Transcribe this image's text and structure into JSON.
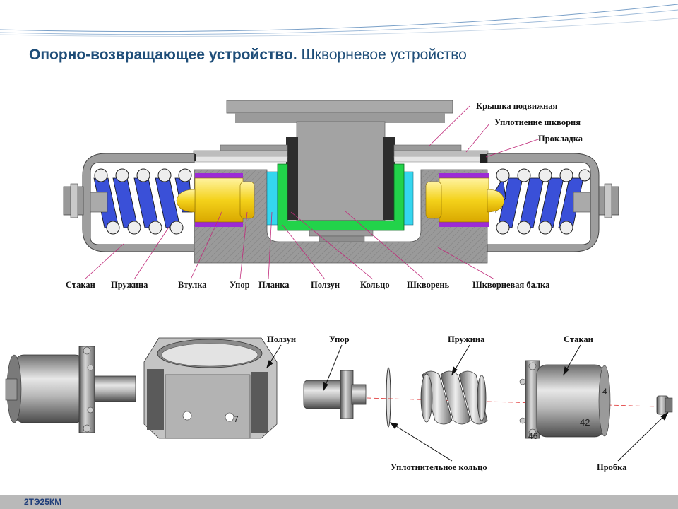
{
  "title": {
    "bold": "Опорно-возвращающее устройство.",
    "rest": "Шкворневое устройство"
  },
  "section_labels": {
    "cover": "Крышка подвижная",
    "seal": "Уплотнение шкворня",
    "gasket": "Прокладка",
    "cup": "Стакан",
    "spring": "Пружина",
    "bushing": "Втулка",
    "stop": "Упор",
    "strap": "Планка",
    "slider": "Ползун",
    "ring": "Кольцо",
    "pivot": "Шкворень",
    "pivot_beam": "Шкворневая балка"
  },
  "parts_labels": {
    "slider": "Ползун",
    "stop": "Упор",
    "spring": "Пружина",
    "cup": "Стакан",
    "seal_ring": "Уплотнительное кольцо",
    "plug": "Пробка"
  },
  "part_numbers": [
    "7",
    "4",
    "42",
    "46"
  ],
  "footer": {
    "model": "2ТЭ25КМ"
  },
  "colors": {
    "title": "#1f4e79",
    "spring_blue": "#3a50d8",
    "bushing_yellow": "#f2d21a",
    "slider_green": "#22d34a",
    "strap_cyan": "#35d6ef",
    "gasket_purple": "#9c2bd6",
    "body_gray": "#9d9d9d",
    "footer": "#b9b9b9"
  }
}
